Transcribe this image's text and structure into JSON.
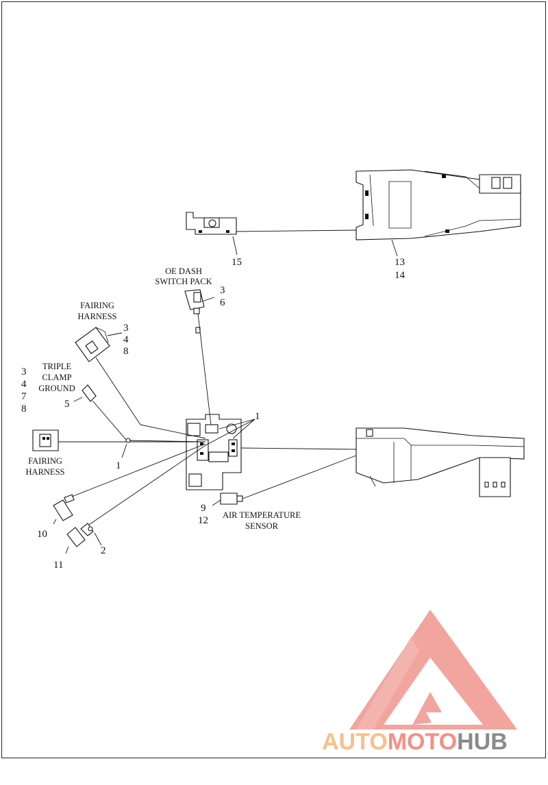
{
  "labels": {
    "oe_dash_line1": "OE DASH",
    "oe_dash_line2": "SWITCH PACK",
    "fairing_top_line1": "FAIRING",
    "fairing_top_line2": "HARNESS",
    "triple_line1": "TRIPLE",
    "triple_line2": "CLAMP",
    "triple_line3": "GROUND",
    "fairing_left_line1": "FAIRING",
    "fairing_left_line2": "HARNESS",
    "air_temp_line1": "AIR TEMPERATURE",
    "air_temp_line2": "SENSOR"
  },
  "callouts": {
    "c15": "15",
    "c13": "13",
    "c14": "14",
    "c3a": "3",
    "c6": "6",
    "c3b": "3",
    "c4b": "4",
    "c8b": "8",
    "c3c": "3",
    "c4c": "4",
    "c7c": "7",
    "c8c": "8",
    "c5": "5",
    "c1a": "1",
    "c1b": "1",
    "c9": "9",
    "c12": "12",
    "c10": "10",
    "c2": "2",
    "c11": "11"
  },
  "watermark": {
    "auto": "AUTO",
    "moto": "MOTO",
    "hub": "HUB",
    "colors": {
      "triangle": "#f2a09a",
      "auto": "#f9c08a",
      "moto": "#f58f86",
      "hub": "#8a8a8a"
    }
  }
}
